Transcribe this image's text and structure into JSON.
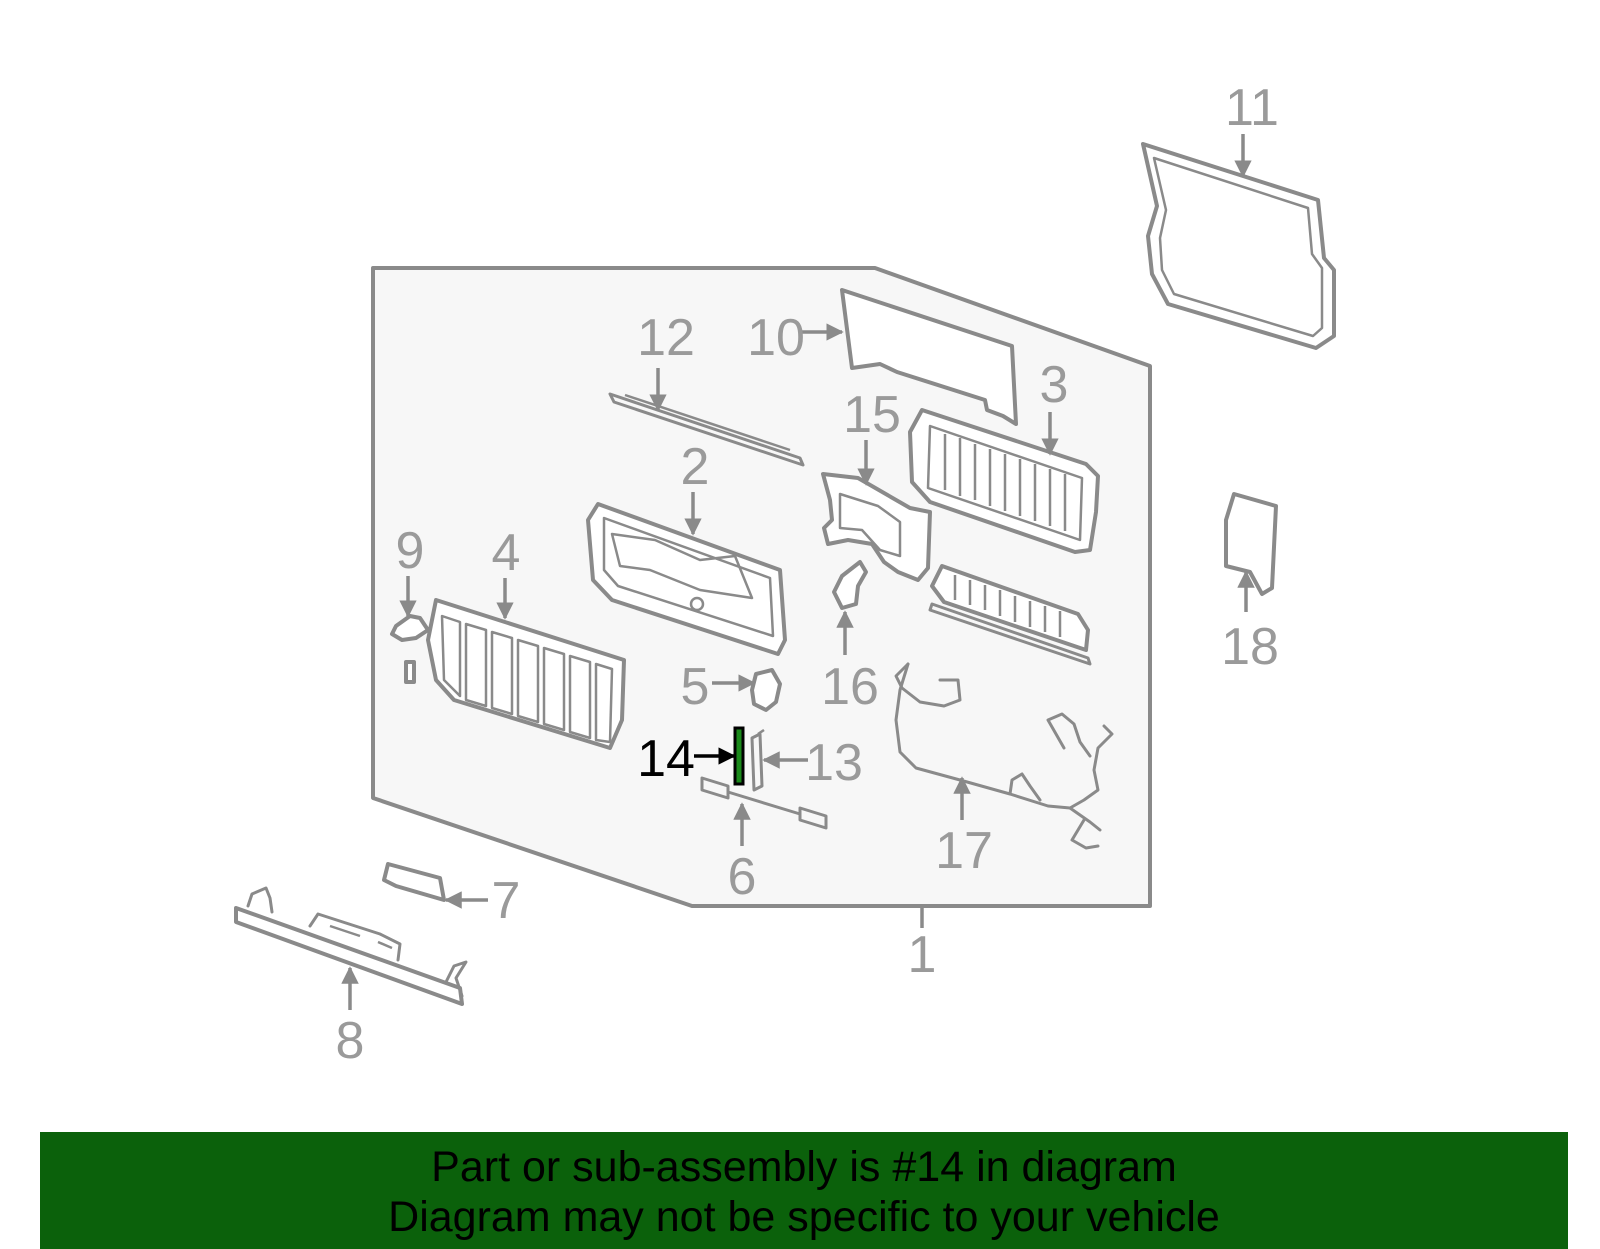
{
  "diagram": {
    "highlight_part": "14",
    "callouts": {
      "c1": "1",
      "c2": "2",
      "c3": "3",
      "c4": "4",
      "c5": "5",
      "c6": "6",
      "c7": "7",
      "c8": "8",
      "c9": "9",
      "c10": "10",
      "c11": "11",
      "c12": "12",
      "c13": "13",
      "c14": "14",
      "c15": "15",
      "c16": "16",
      "c17": "17",
      "c18": "18"
    },
    "colors": {
      "callout": "#9a9a9a",
      "highlight": "#000000",
      "panel": "#f7f7f7",
      "banner": "#0b610b",
      "accent": "#1a8a1a"
    }
  },
  "banner": {
    "line1": "Part or sub-assembly is #14 in diagram",
    "line2": "Diagram may not be specific to your vehicle"
  }
}
